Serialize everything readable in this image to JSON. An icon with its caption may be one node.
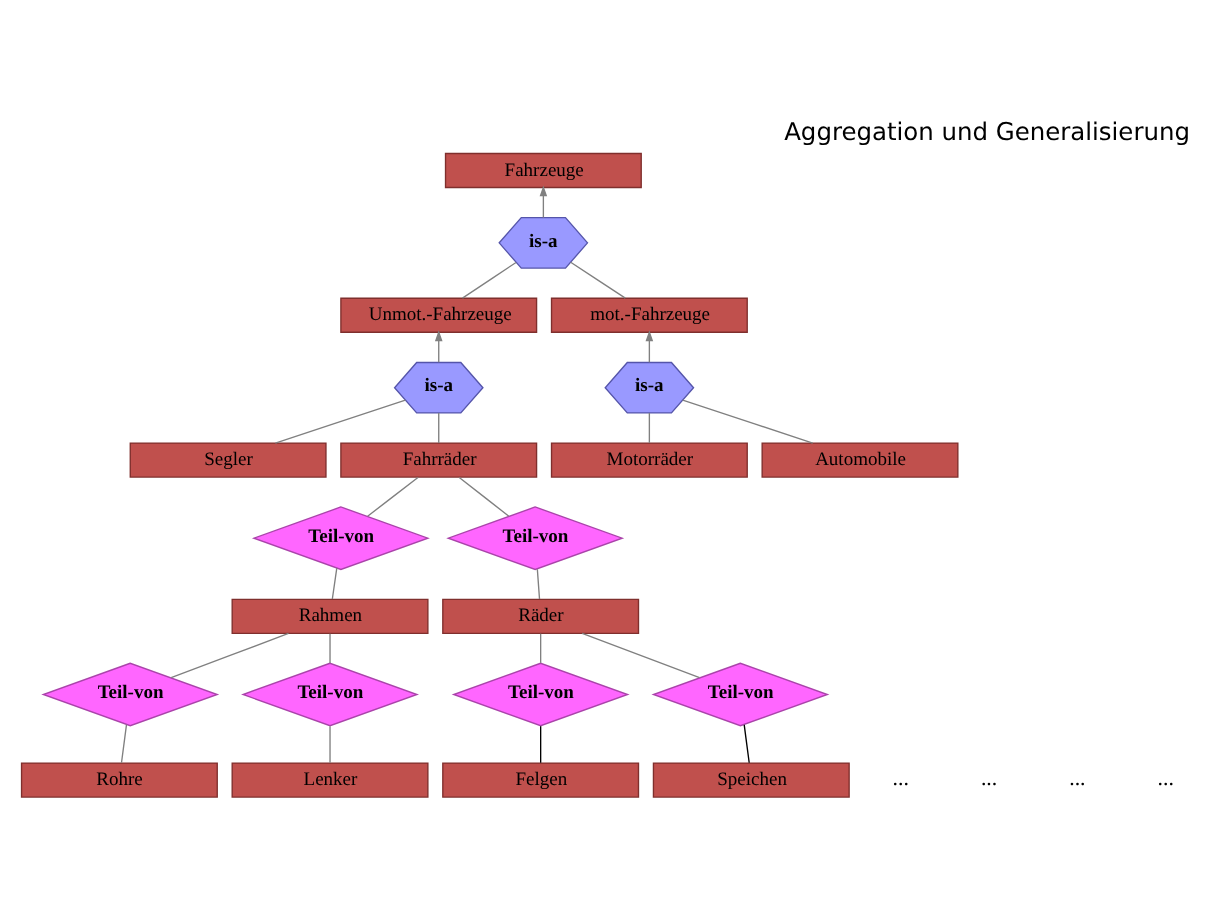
{
  "diagram": {
    "title": "Aggregation und Generalisierung",
    "nodes": [
      {
        "text": [
          "Fahrzeuge"
        ]
      },
      {
        "text": [
          "is-a"
        ]
      },
      {
        "text": [
          "Unmot.-Fahrzeuge"
        ]
      },
      {
        "text": [
          "mot.-Fahrzeuge"
        ]
      },
      {
        "text": [
          "is-a"
        ]
      },
      {
        "text": [
          "is-a"
        ]
      },
      {
        "text": [
          "Segler"
        ]
      },
      {
        "text": [
          "Fahrräder"
        ]
      },
      {
        "text": [
          "Motorräder"
        ]
      },
      {
        "text": [
          "Automobile"
        ]
      },
      {
        "text": [
          "Teil-von"
        ]
      },
      {
        "text": [
          "Teil-von"
        ]
      },
      {
        "text": [
          "Rahmen"
        ]
      },
      {
        "text": [
          "Räder"
        ]
      },
      {
        "text": [
          "Teil-von"
        ]
      },
      {
        "text": [
          "Teil-von"
        ]
      },
      {
        "text": [
          "Teil-von"
        ]
      },
      {
        "text": [
          "Teil-von"
        ]
      },
      {
        "text": [
          "Rohre"
        ]
      },
      {
        "text": [
          "Lenker"
        ]
      },
      {
        "text": [
          "Felgen"
        ]
      },
      {
        "text": [
          "Speichen"
        ]
      }
    ],
    "edges": [
      {
        "from": 1,
        "to": 0,
        "arrow": "to"
      },
      {
        "from": 2,
        "to": 1,
        "arrow": "none"
      },
      {
        "from": 3,
        "to": 1,
        "arrow": "none"
      },
      {
        "from": 4,
        "to": 2,
        "arrow": "to"
      },
      {
        "from": 5,
        "to": 3,
        "arrow": "to"
      },
      {
        "from": 6,
        "to": 4,
        "arrow": "none"
      },
      {
        "from": 7,
        "to": 4,
        "arrow": "none"
      },
      {
        "from": 8,
        "to": 5,
        "arrow": "none"
      },
      {
        "from": 9,
        "to": 5,
        "arrow": "none"
      },
      {
        "from": 10,
        "to": 7,
        "arrow": "none"
      },
      {
        "from": 11,
        "to": 7,
        "arrow": "none"
      },
      {
        "from": 12,
        "to": 10,
        "arrow": "none"
      },
      {
        "from": 13,
        "to": 11,
        "arrow": "none"
      },
      {
        "from": 14,
        "to": 12,
        "arrow": "none"
      },
      {
        "from": 15,
        "to": 12,
        "arrow": "none"
      },
      {
        "from": 16,
        "to": 13,
        "arrow": "none"
      },
      {
        "from": 17,
        "to": 13,
        "arrow": "none"
      },
      {
        "from": 18,
        "to": 14,
        "arrow": "none"
      },
      {
        "from": 19,
        "to": 15,
        "arrow": "none"
      },
      {
        "from": 20,
        "to": 16,
        "arrow": "none",
        "color": "#000000"
      },
      {
        "from": 21,
        "to": 17,
        "arrow": "none",
        "color": "#000000"
      }
    ],
    "labels": [
      "...",
      "...",
      "...",
      "..."
    ]
  }
}
